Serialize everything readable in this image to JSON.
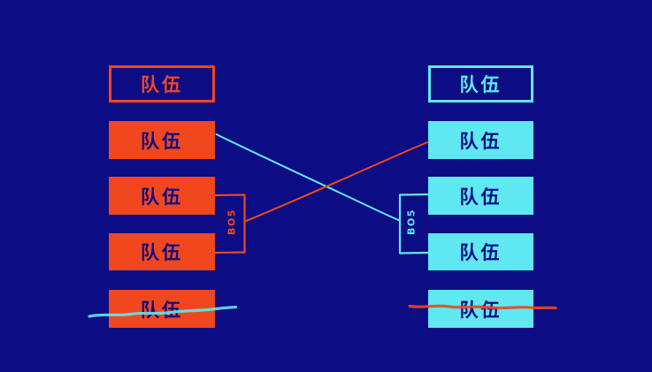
{
  "diagram": {
    "type": "tournament-bracket",
    "background_color": "#0C0C84",
    "left": {
      "accent_color": "#F0471F",
      "header": {
        "label": "队伍"
      },
      "teams": [
        {
          "label": "队伍",
          "eliminated": false
        },
        {
          "label": "队伍",
          "eliminated": false
        },
        {
          "label": "队伍",
          "eliminated": false
        },
        {
          "label": "队伍",
          "eliminated": true
        }
      ],
      "match_label": "BO5"
    },
    "right": {
      "accent_color": "#5FE8F2",
      "header": {
        "label": "队伍"
      },
      "teams": [
        {
          "label": "队伍",
          "eliminated": false
        },
        {
          "label": "队伍",
          "eliminated": false
        },
        {
          "label": "队伍",
          "eliminated": false
        },
        {
          "label": "队伍",
          "eliminated": true
        }
      ],
      "match_label": "BO5"
    }
  }
}
